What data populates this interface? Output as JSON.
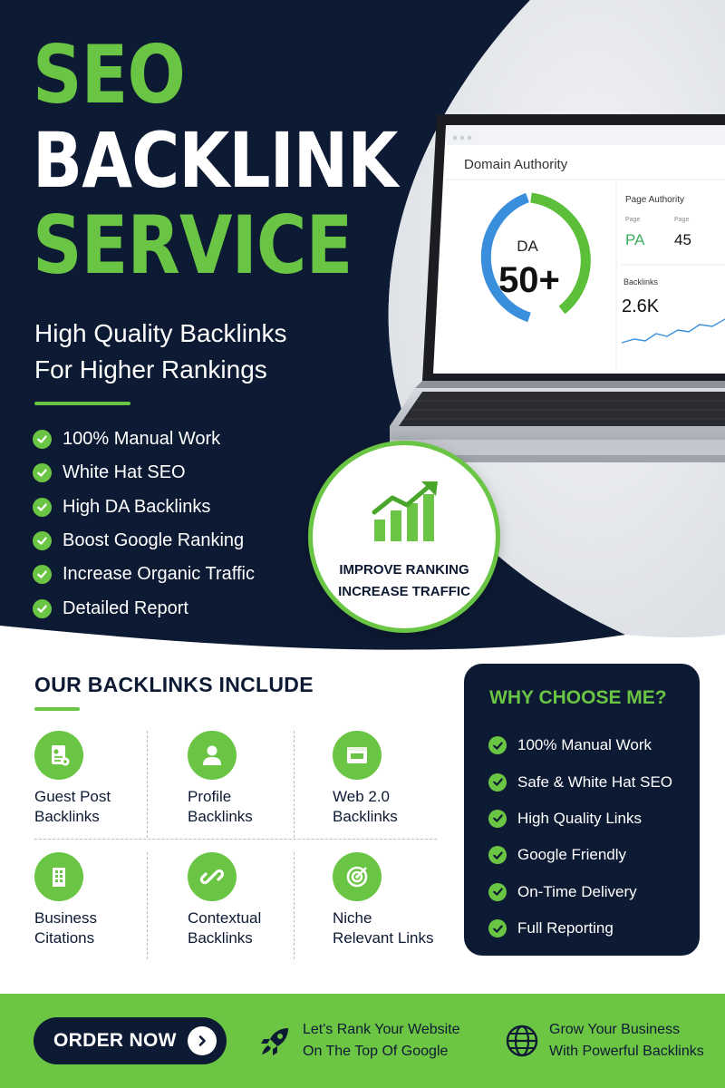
{
  "hero": {
    "title_line1": "SEO",
    "title_line2": "BACKLINK",
    "title_line3": "SERVICE",
    "subtitle_line1": "High Quality Backlinks",
    "subtitle_line2": "For Higher Rankings",
    "features": [
      "100% Manual Work",
      "White Hat SEO",
      "High DA Backlinks",
      "Boost Google Ranking",
      "Increase Organic Traffic",
      "Detailed Report"
    ]
  },
  "dashboard": {
    "title": "Domain Authority",
    "gauge_label": "DA",
    "gauge_value": "50+",
    "page_authority_title": "Page Authority",
    "col1_label": "Page",
    "col1_value": "PA",
    "col2_label": "Page",
    "col2_value": "45",
    "backlinks_label": "Backlinks",
    "backlinks_value": "2.6K"
  },
  "badge": {
    "line1": "IMPROVE RANKING",
    "line2": "INCREASE TRAFFIC"
  },
  "includes": {
    "title": "OUR BACKLINKS INCLUDE",
    "items": [
      {
        "line1": "Guest Post",
        "line2": "Backlinks",
        "icon": "guest-post-icon"
      },
      {
        "line1": "Profile",
        "line2": "Backlinks",
        "icon": "profile-icon"
      },
      {
        "line1": "Web 2.0",
        "line2": "Backlinks",
        "icon": "web-browser-icon"
      },
      {
        "line1": "Business",
        "line2": "Citations",
        "icon": "building-icon"
      },
      {
        "line1": "Contextual",
        "line2": "Backlinks",
        "icon": "link-icon"
      },
      {
        "line1": "Niche",
        "line2": "Relevant Links",
        "icon": "target-icon"
      }
    ]
  },
  "why": {
    "title": "WHY CHOOSE ME?",
    "items": [
      "100% Manual Work",
      "Safe & White Hat SEO",
      "High Quality Links",
      "Google Friendly",
      "On-Time Delivery",
      "Full Reporting"
    ]
  },
  "footer": {
    "order_label": "ORDER NOW",
    "promo1_line1": "Let's Rank Your Website",
    "promo1_line2": "On The Top Of Google",
    "promo2_line1": "Grow Your Business",
    "promo2_line2": "With Powerful Backlinks"
  },
  "colors": {
    "navy": "#0d1a33",
    "green": "#69c543",
    "footer_green": "#6cc644",
    "gauge_blue": "#3a8fdc"
  }
}
